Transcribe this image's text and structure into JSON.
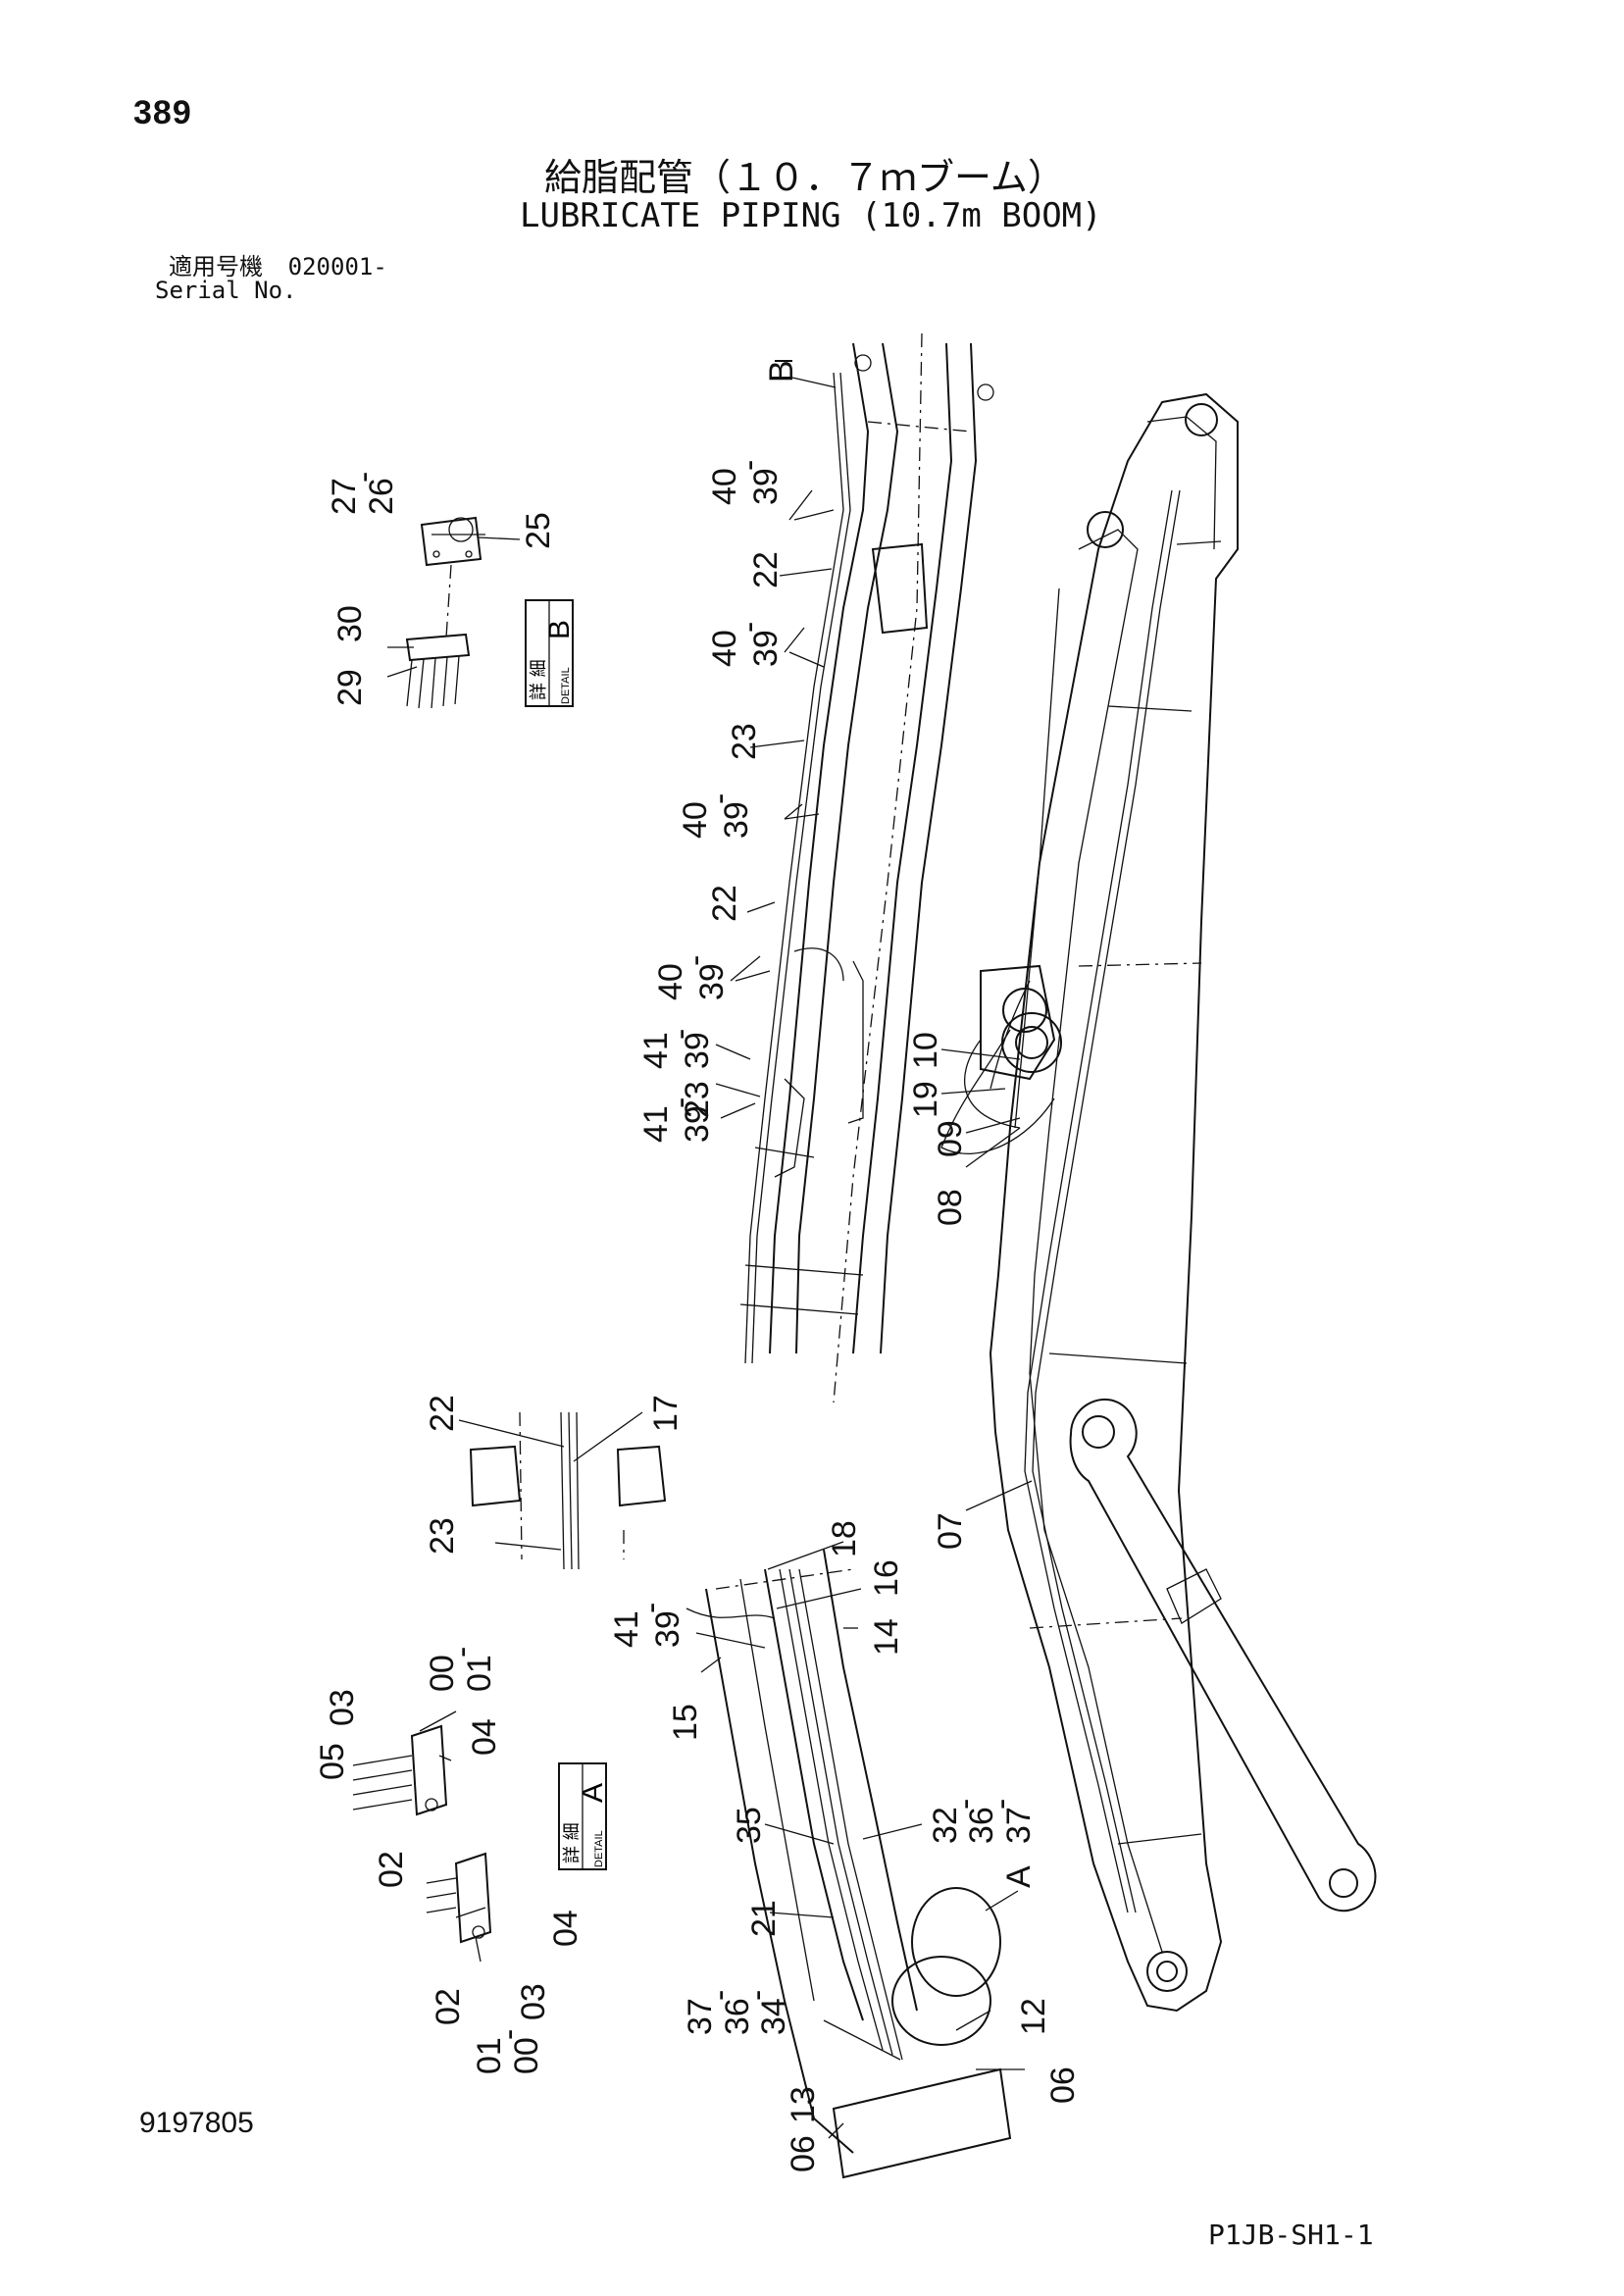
{
  "page_number": "389",
  "title_ja": "給脂配管（１０．７ｍブーム）",
  "title_en": "LUBRICATE PIPING (10.7m BOOM)",
  "serial_label_ja": "適用号機",
  "serial_value": "020001-",
  "serial_label_en": "Serial No.",
  "doc_number": "9197805",
  "sheet_ref": "P1JB-SH1-1",
  "detail_boxes": [
    {
      "ja": "詳 細",
      "en": "DETAIL",
      "letter": "B"
    },
    {
      "ja": "詳 細",
      "en": "DETAIL",
      "letter": "A"
    }
  ],
  "view_markers": [
    "B",
    "A"
  ],
  "callouts": {
    "c40a": "40",
    "c39a": "39",
    "c22a": "22",
    "c40b": "40",
    "c39b": "39",
    "c23a": "23",
    "c40c": "40",
    "c39c": "39",
    "c22b": "22",
    "c40d": "40",
    "c39d": "39",
    "c41a": "41",
    "c39e": "39",
    "c23b": "23",
    "c41b": "41",
    "c39f": "39",
    "c27": "27",
    "c26": "26",
    "c25": "25",
    "c30": "30",
    "c29": "29",
    "c10": "10",
    "c19": "19",
    "c09": "09",
    "c08": "08",
    "c07": "07",
    "c22c": "22",
    "c17": "17",
    "c23c": "23",
    "c18": "18",
    "c16": "16",
    "c14": "14",
    "c41c": "41",
    "c39g": "39",
    "c15": "15",
    "c00a": "00",
    "c01a": "01",
    "c03a": "03",
    "c05": "05",
    "c04a": "04",
    "c02a": "02",
    "c04b": "04",
    "c02b": "02",
    "c03b": "03",
    "c01b": "01",
    "c00b": "00",
    "c35": "35",
    "c32": "32",
    "c36a": "36",
    "c37a": "37",
    "c21": "21",
    "c37b": "37",
    "c36b": "36",
    "c34": "34",
    "c12": "12",
    "c13": "13",
    "c06a": "06",
    "c06b": "06"
  },
  "dash_separator": "-"
}
